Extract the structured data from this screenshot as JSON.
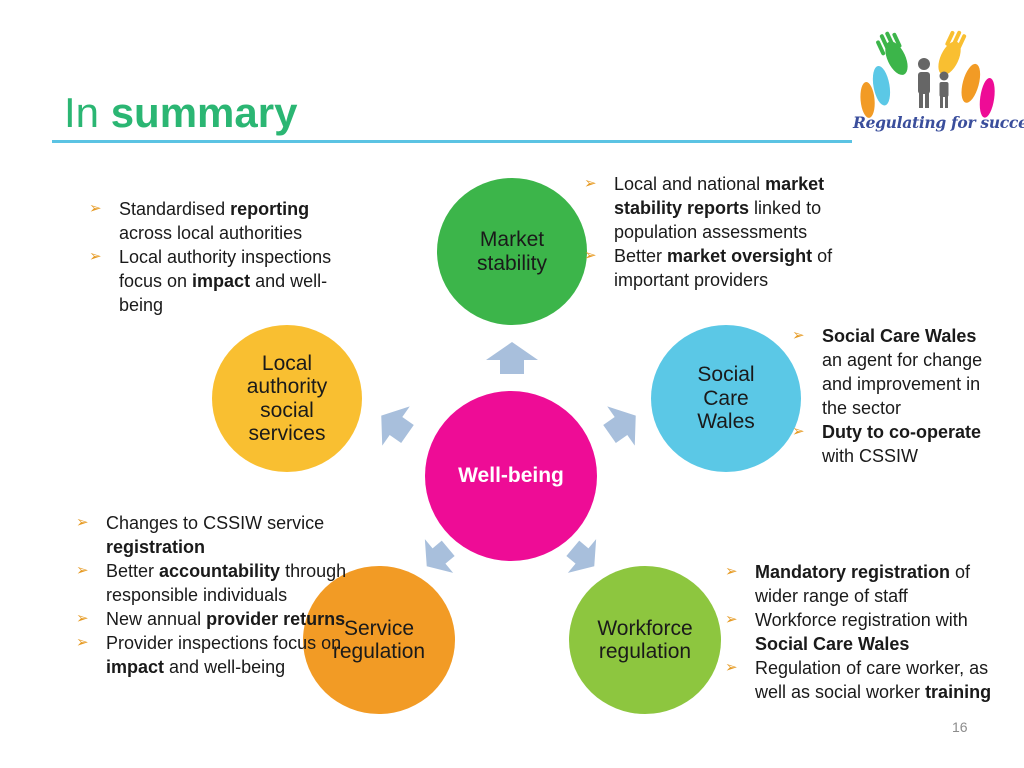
{
  "title": {
    "prefix": "In",
    "main": "summary"
  },
  "logo": {
    "text": "Regulating for success"
  },
  "circles": {
    "market": "Market\nstability",
    "local": "Local\nauthority\nsocial\nservices",
    "social": "Social\nCare\nWales",
    "wellbeing": "Well-being",
    "service": "Service\nregulation",
    "workforce": "Workforce\nregulation"
  },
  "bullets": {
    "local": [
      [
        {
          "t": "Standardised "
        },
        {
          "t": "reporting",
          "b": true
        },
        {
          "t": " across local authorities"
        }
      ],
      [
        {
          "t": "Local authority inspections focus on "
        },
        {
          "t": "impact",
          "b": true
        },
        {
          "t": " and well-being"
        }
      ]
    ],
    "market": [
      [
        {
          "t": "Local and national "
        },
        {
          "t": "market stability reports",
          "b": true
        },
        {
          "t": " linked to population assessments"
        }
      ],
      [
        {
          "t": "Better "
        },
        {
          "t": "market oversight",
          "b": true
        },
        {
          "t": " of important providers"
        }
      ]
    ],
    "social": [
      [
        {
          "t": "Social Care Wales",
          "b": true
        },
        {
          "t": " an agent for change and improvement in the sector"
        }
      ],
      [
        {
          "t": "Duty to co-operate",
          "b": true
        },
        {
          "t": " with CSSIW"
        }
      ]
    ],
    "service": [
      [
        {
          "t": "Changes to CSSIW service "
        },
        {
          "t": "registration",
          "b": true
        }
      ],
      [
        {
          "t": "Better "
        },
        {
          "t": "accountability",
          "b": true
        },
        {
          "t": " through responsible individuals"
        }
      ],
      [
        {
          "t": "New annual "
        },
        {
          "t": "provider returns",
          "b": true
        }
      ],
      [
        {
          "t": "Provider inspections focus on "
        },
        {
          "t": "impact",
          "b": true
        },
        {
          "t": " and well-being"
        }
      ]
    ],
    "workforce": [
      [
        {
          "t": "Mandatory registration",
          "b": true
        },
        {
          "t": " of wider range of staff"
        }
      ],
      [
        {
          "t": "Workforce registration with "
        },
        {
          "t": "Social Care Wales",
          "b": true
        }
      ],
      [
        {
          "t": "Regulation of care worker, as well as social worker "
        },
        {
          "t": "training",
          "b": true
        }
      ]
    ]
  },
  "page_number": "16",
  "colors": {
    "title": "#2bb673",
    "rule": "#5bc3e3",
    "market": "#3cb54a",
    "local": "#f9bf31",
    "social": "#5bc8e6",
    "wellbeing": "#ee0c96",
    "service": "#f29b25",
    "workforce": "#8dc63f",
    "arrow": "#a8bfdc",
    "bullet": "#e69a23"
  },
  "icons": [
    "hands-family-logo-icon",
    "arrow-bullet-icon",
    "block-arrow-icon"
  ]
}
